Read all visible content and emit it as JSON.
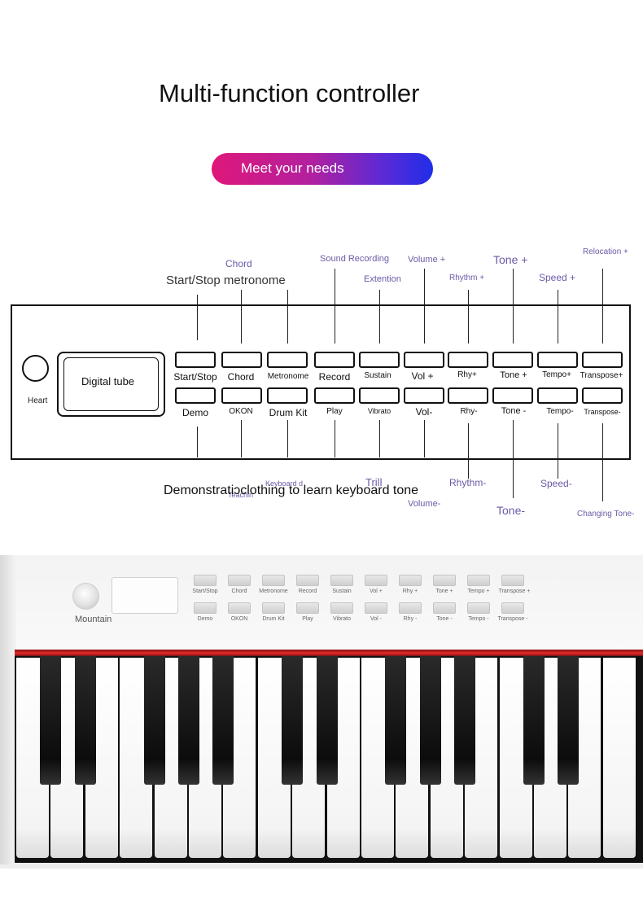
{
  "header": {
    "title": "Multi-function controller",
    "badge": "Meet your needs"
  },
  "callouts_top": [
    {
      "id": "chord",
      "label": "Chord"
    },
    {
      "id": "start-stop-metronome",
      "label": "Start/Stop metronome"
    },
    {
      "id": "sound-recording",
      "label": "Sound Recording"
    },
    {
      "id": "extention",
      "label": "Extention"
    },
    {
      "id": "volume-plus",
      "label": "Volume +"
    },
    {
      "id": "rhythm-plus",
      "label": "Rhythm +"
    },
    {
      "id": "tone-plus",
      "label": "Tone +"
    },
    {
      "id": "speed-plus",
      "label": "Speed +"
    },
    {
      "id": "relocation-plus",
      "label": "Relocation +"
    }
  ],
  "panel": {
    "knob_label": "Heart",
    "display_label": "Digital tube",
    "row1": [
      "Start/Stop",
      "Chord",
      "Metronome",
      "Record",
      "Sustain",
      "Vol +",
      "Rhy+",
      "Tone +",
      "Tempo+",
      "Transpose+"
    ],
    "row2": [
      "Demo",
      "OKON",
      "Drum Kit",
      "Play",
      "Vibrato",
      "Vol-",
      "Rhy-",
      "Tone -",
      "Tempo-",
      "Transpose-"
    ]
  },
  "callouts_bottom": [
    {
      "id": "demonstration-caption",
      "label": "Demonstratiɔclothing to learn keyboard tone"
    },
    {
      "id": "trill",
      "label": "Trill"
    },
    {
      "id": "volume-minus",
      "label": "Volume-"
    },
    {
      "id": "rhythm-minus",
      "label": "Rhythm-"
    },
    {
      "id": "tone-minus",
      "label": "Tone-"
    },
    {
      "id": "speed-minus",
      "label": "Speed-"
    },
    {
      "id": "changing-tone-minus",
      "label": "Changing Tone-"
    },
    {
      "id": "teaching",
      "label": "Teachin"
    },
    {
      "id": "keyboard-drum",
      "label": "Keyboard d"
    }
  ],
  "keyboard_photo": {
    "knob_label": "Mountain",
    "row1": [
      "Start/Stop",
      "Chord",
      "Metronome",
      "Record",
      "Sustain",
      "Vol +",
      "Rhy +",
      "Tone +",
      "Tempo +",
      "Transpose +"
    ],
    "row2": [
      "Demo",
      "OKON",
      "Drum Kit",
      "Play",
      "Vibrato",
      "Vol -",
      "Rhy -",
      "Tone -",
      "Tempo -",
      "Transpose -"
    ],
    "accent_color": "#e32c2c"
  },
  "colors": {
    "pill_start": "#e0177a",
    "pill_end": "#1f2ee8",
    "callout_text": "#6c5aa6"
  }
}
